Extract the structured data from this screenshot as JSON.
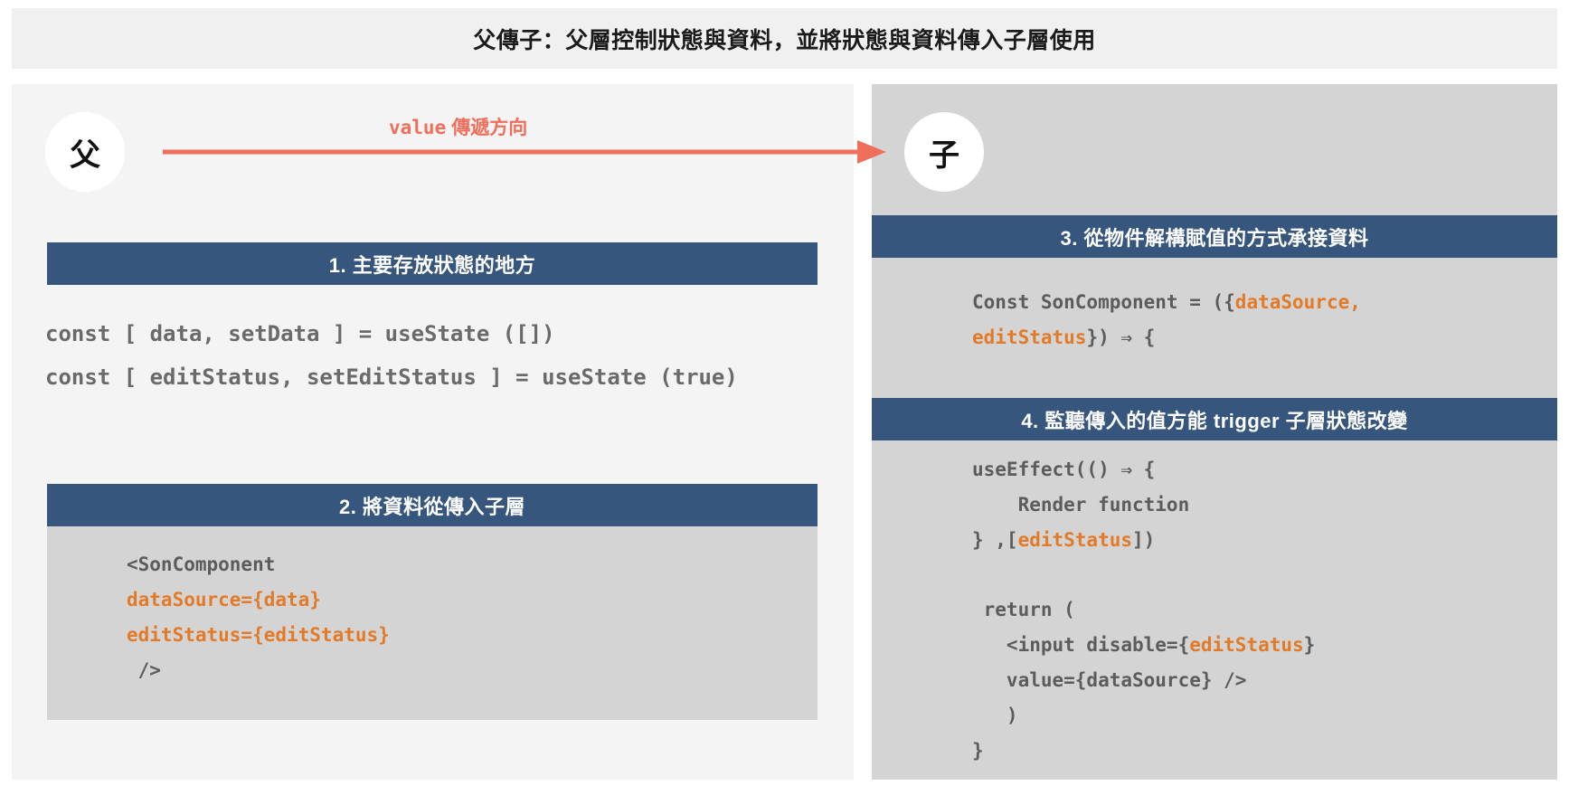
{
  "title": {
    "text": "父傳子：父層控制狀態與資料，並將狀態與資料傳入子層使用"
  },
  "colors": {
    "header_blue": "#36567d",
    "accent_orange": "#e27a28",
    "arrow_coral": "#ef6f5b",
    "parent_panel_bg": "#f4f4f4",
    "child_panel_bg": "#d4d4d4",
    "code_gray": "#5c5c5c",
    "title_bar_bg": "#f0f0f0"
  },
  "arrow": {
    "label_mono": "value",
    "label_cjk": "傳遞方向",
    "direction": "parent-to-child"
  },
  "parent": {
    "circle_label": "父",
    "sections": [
      {
        "number": "1.",
        "header": "1. 主要存放狀態的地方",
        "code_lines": [
          "const [ data, setData ] = useState ([])",
          "const [ editStatus, setEditStatus ] = useState (true)"
        ]
      },
      {
        "number": "2.",
        "header": "2. 將資料從傳入子層",
        "code_lines": [
          "<SonComponent",
          "dataSource={data}",
          "editStatus={editStatus}",
          " />"
        ]
      }
    ]
  },
  "child": {
    "circle_label": "子",
    "sections": [
      {
        "number": "3.",
        "header": "3. 從物件解構賦值的方式承接資料",
        "code_lines": [
          "Const SonComponent = ({dataSource,",
          "editStatus}) ⇒ {"
        ]
      },
      {
        "number": "4.",
        "header": "4. 監聽傳入的值方能 trigger 子層狀態改變",
        "code_lines": [
          "useEffect(() ⇒ {",
          "    Render function",
          "} ,[editStatus])",
          "",
          " return (",
          "   <input disable={editStatus}",
          "   value={dataSource} />",
          "   )",
          "}"
        ]
      }
    ]
  },
  "code_tokens": {
    "parent_s1_l1": "const [ data, setData ] = useState ([])",
    "parent_s1_l2": "const [ editStatus, setEditStatus ] = useState (true)",
    "parent_s2_l1": "<SonComponent",
    "parent_s2_l2": "dataSource={data}",
    "parent_s2_l3": "editStatus={editStatus}",
    "parent_s2_l4": " />",
    "child_s3_l1a": "Const SonComponent = ({",
    "child_s3_l1b": "dataSource,",
    "child_s3_l2a": "editStatus",
    "child_s3_l2b": "}) ⇒ {",
    "child_s4_l1": "useEffect(() ⇒ {",
    "child_s4_l2": "    Render function",
    "child_s4_l3a": "} ,[",
    "child_s4_l3b": "editStatus",
    "child_s4_l3c": "])",
    "child_s4_l4": " return (",
    "child_s4_l5a": "   <input disable={",
    "child_s4_l5b": "editStatus",
    "child_s4_l5c": "}",
    "child_s4_l6": "   value={dataSource} />",
    "child_s4_l7": "   )",
    "child_s4_l8": "}"
  }
}
